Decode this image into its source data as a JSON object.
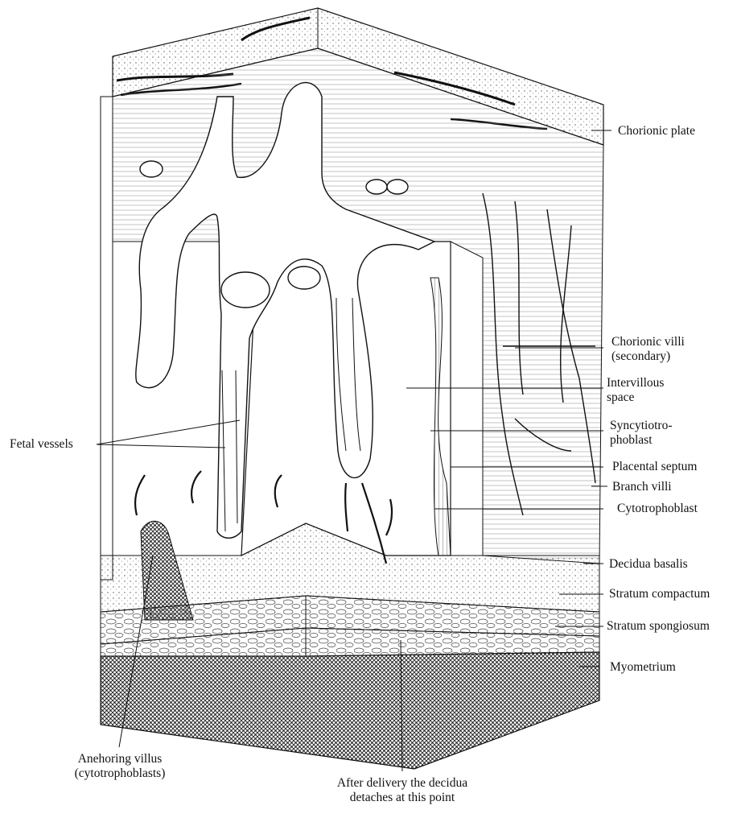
{
  "diagram": {
    "labels": {
      "chorionic_plate": "Chorionic plate",
      "chorionic_villi": [
        "Chorionic villi",
        "(secondary)"
      ],
      "intervillous_space": [
        "Intervillous",
        "space"
      ],
      "syncytiotrophoblast": [
        "Syncytiotro-",
        "phoblast"
      ],
      "placental_septum": "Placental septum",
      "branch_villi": "Branch villi",
      "cytotrophoblast": "Cytotrophoblast",
      "decidua_basalis": "Decidua basalis",
      "stratum_compactum": "Stratum compactum",
      "stratum_spongiosum": "Stratum spongiosum",
      "myometrium": "Myometrium",
      "fetal_vessels": "Fetal vessels",
      "anchoring_villus": [
        "Anehoring villus",
        "(cytotrophoblasts)"
      ],
      "decidua_detach": [
        "After delivery the decidua",
        "detaches at this point"
      ]
    },
    "colors": {
      "ink": "#111111",
      "paper": "#ffffff",
      "stipple": "#555555"
    }
  }
}
